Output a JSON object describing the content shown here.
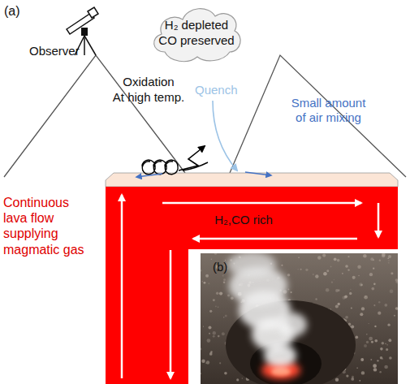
{
  "diagram": {
    "nodes": [
      {
        "text": [
          "H₂ depleted CO preserved"
        ]
      }
    ],
    "labels": [
      "(a)",
      "Observer",
      "Oxidation",
      "At high temp.",
      "Quench",
      "Small amount of air mixing",
      "H₂,CO rich",
      "Continuous lava flow supplying magmatic gas",
      "(b)"
    ]
  }
}
